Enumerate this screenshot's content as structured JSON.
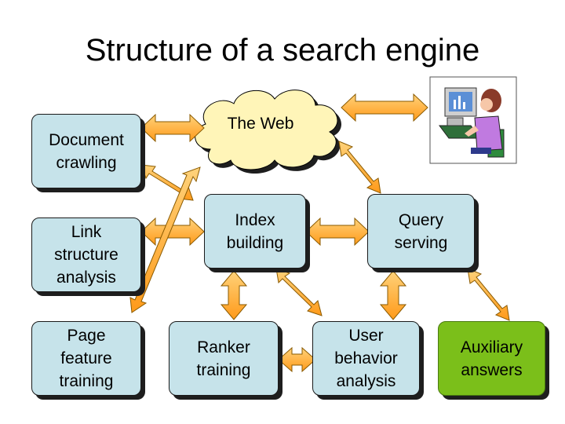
{
  "title": "Structure of a search engine",
  "cloud": {
    "label": "The Web"
  },
  "boxes": {
    "document_crawling": "Document\ncrawling",
    "link_structure_analysis": "Link\nstructure\nanalysis",
    "page_feature_training": "Page\nfeature\ntraining",
    "index_building": "Index\nbuilding",
    "ranker_training": "Ranker\ntraining",
    "query_serving": "Query\nserving",
    "user_behavior_analysis": "User\nbehavior\nanalysis",
    "auxiliary_answers": "Auxiliary\nanswers"
  },
  "colors": {
    "box_fill": "#c6e3ea",
    "highlight_box_fill": "#7bbf1a",
    "arrow_fill": "#ffb040",
    "cloud_fill": "#fff5b8"
  },
  "icons": {
    "user": "user-at-computer-icon"
  }
}
